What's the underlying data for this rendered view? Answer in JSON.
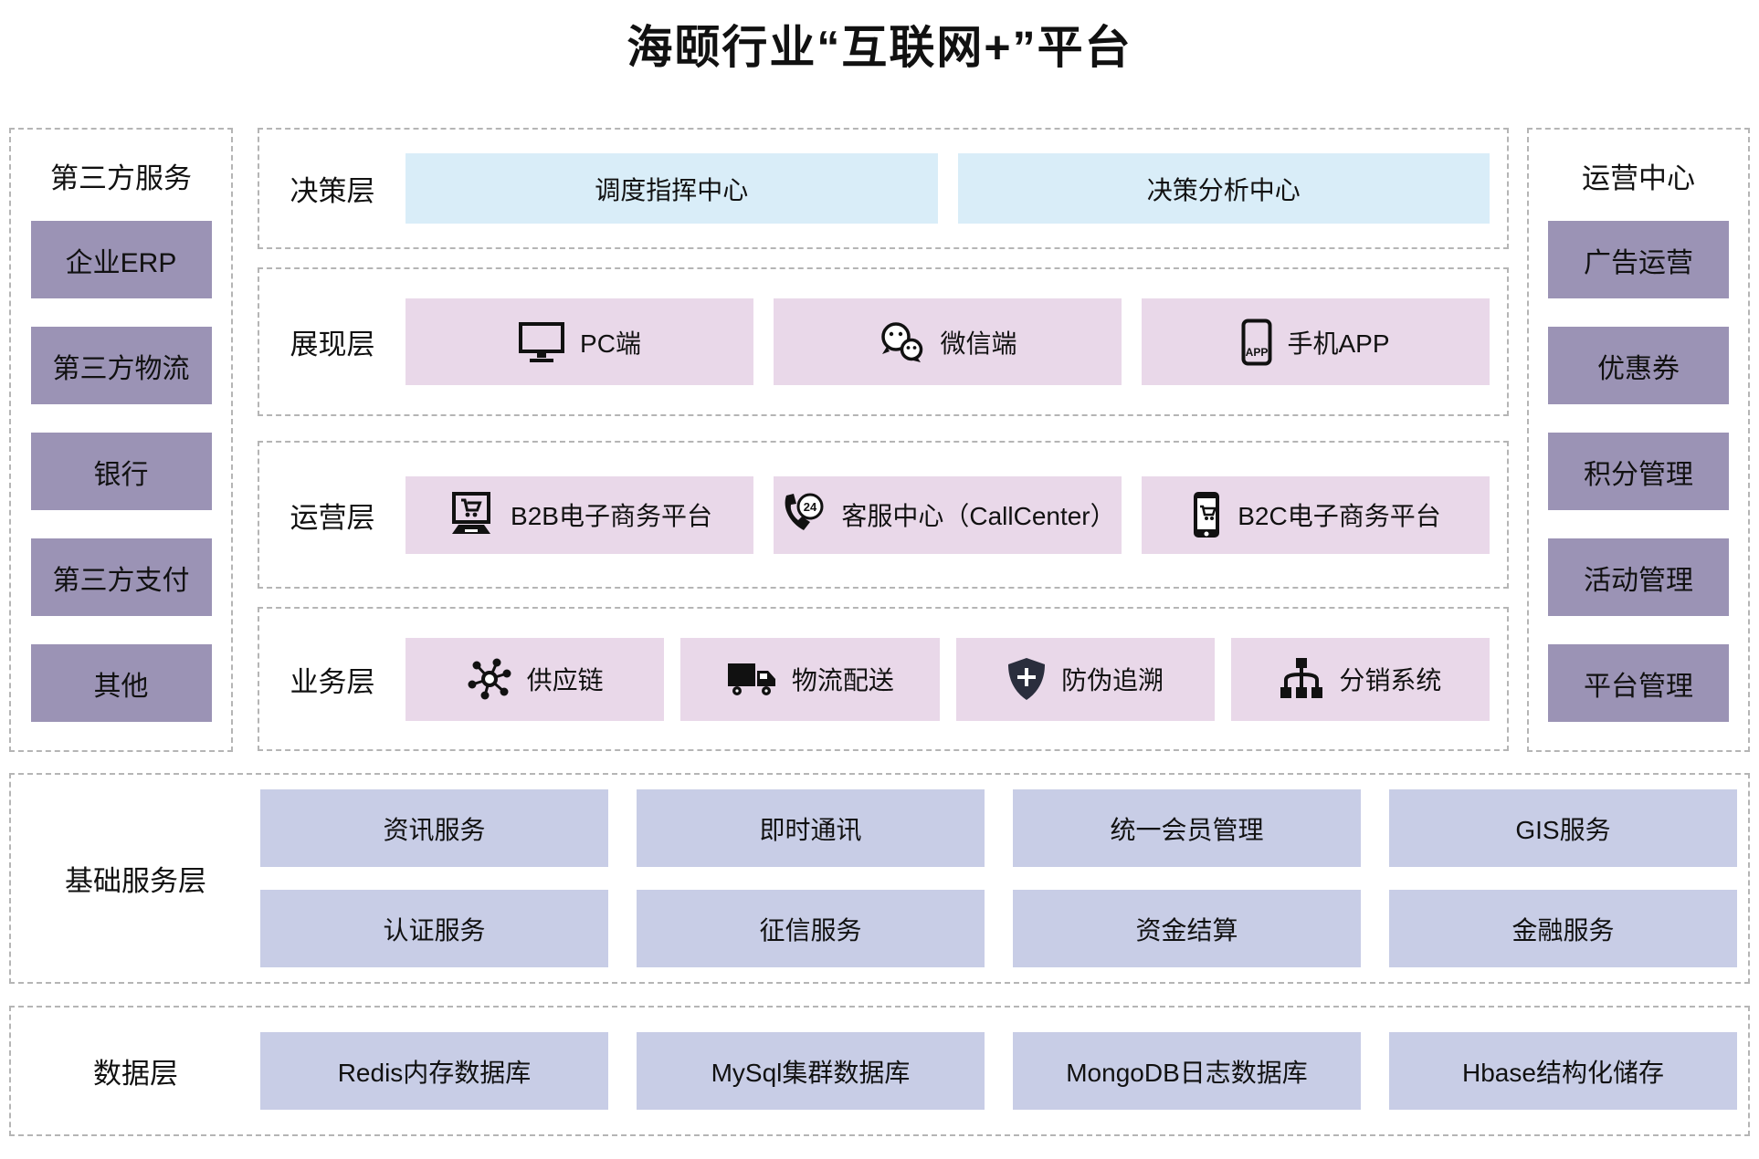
{
  "title": "海颐行业“互联网+”平台",
  "left_panel": {
    "title": "第三方服务",
    "items": [
      "企业ERP",
      "第三方物流",
      "银行",
      "第三方支付",
      "其他"
    ]
  },
  "right_panel": {
    "title": "运营中心",
    "items": [
      "广告运营",
      "优惠券",
      "积分管理",
      "活动管理",
      "平台管理"
    ]
  },
  "decision_layer": {
    "label": "决策层",
    "items": [
      "调度指挥中心",
      "决策分析中心"
    ]
  },
  "presentation_layer": {
    "label": "展现层",
    "items": [
      {
        "icon": "monitor-icon",
        "label": "PC端"
      },
      {
        "icon": "wechat-icon",
        "label": "微信端"
      },
      {
        "icon": "mobile-app-icon",
        "label": "手机APP"
      }
    ]
  },
  "operation_layer": {
    "label": "运营层",
    "items": [
      {
        "icon": "b2b-ecommerce-icon",
        "label": "B2B电子商务平台"
      },
      {
        "icon": "callcenter-24-icon",
        "label": "客服中心（CallCenter）"
      },
      {
        "icon": "b2c-ecommerce-icon",
        "label": "B2C电子商务平台"
      }
    ]
  },
  "business_layer": {
    "label": "业务层",
    "items": [
      {
        "icon": "supply-chain-icon",
        "label": "供应链"
      },
      {
        "icon": "logistics-truck-icon",
        "label": "物流配送"
      },
      {
        "icon": "anti-counterfeit-shield-icon",
        "label": "防伪追溯"
      },
      {
        "icon": "distribution-tree-icon",
        "label": "分销系统"
      }
    ]
  },
  "basic_service_layer": {
    "label": "基础服务层",
    "rows": [
      [
        "资讯服务",
        "即时通讯",
        "统一会员管理",
        "GIS服务"
      ],
      [
        "认证服务",
        "征信服务",
        "资金结算",
        "金融服务"
      ]
    ]
  },
  "data_layer": {
    "label": "数据层",
    "items": [
      "Redis内存数据库",
      "MySql集群数据库",
      "MongoDB日志数据库",
      "Hbase结构化储存"
    ]
  },
  "colors": {
    "purple_box": "#9b93b5",
    "blue_box": "#d9edf8",
    "pink_box": "#e9d8e9",
    "periwinkle_box": "#c8cde6",
    "dashed_border": "#b5b5b5",
    "shield_fill": "#2a2e3d"
  }
}
